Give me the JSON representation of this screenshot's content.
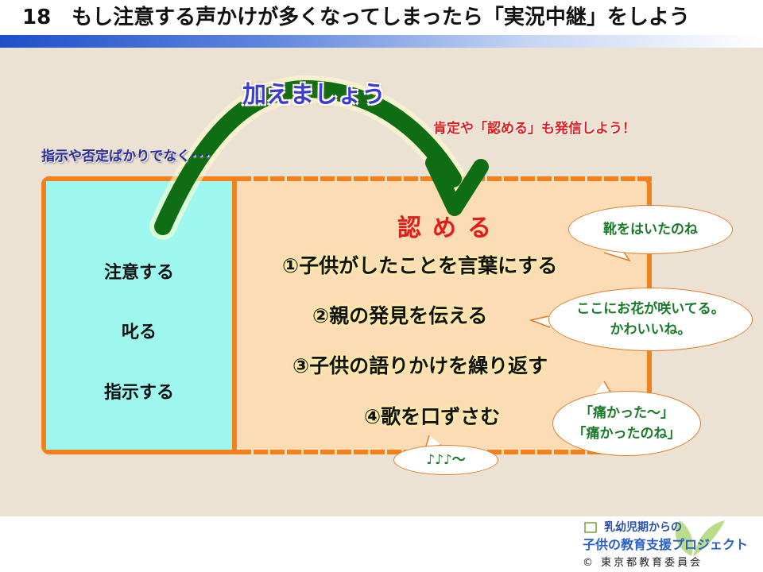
{
  "title": "18　もし注意する声かけが多くなってしまったら「実況中継」をしよう",
  "arrow_label": "加えましょう",
  "note_left": "指示や否定ばかりでなく･･･",
  "note_right": "肯定や「認める」も発信しよう！",
  "left_panel": [
    "注意する",
    "叱る",
    "指示する"
  ],
  "right_panel": {
    "heading": "認める",
    "items": [
      "①子供がしたことを言葉にする",
      "②親の発見を伝える",
      "③子供の語りかけを繰り返す",
      "④歌を口ずさむ"
    ]
  },
  "bubbles": [
    [
      "靴をはいたのね"
    ],
    [
      "ここにお花が咲いてる。",
      "かわいいね。"
    ],
    [
      "「痛かった～」",
      "「痛かったのね」"
    ],
    [
      "♪♪♪～"
    ]
  ],
  "footer": {
    "line1": "乳幼児期からの",
    "line2": "子供の教育支援プロジェクト",
    "line3": "© 東京都教育委員会"
  },
  "colors": {
    "arrow": "#0f6e14",
    "border": "#f2801d",
    "left_panel": "#9ef7ef",
    "right_panel": "#fbdcb4",
    "heading": "#e21b1b",
    "bubble_text": "#1a7a2a"
  }
}
